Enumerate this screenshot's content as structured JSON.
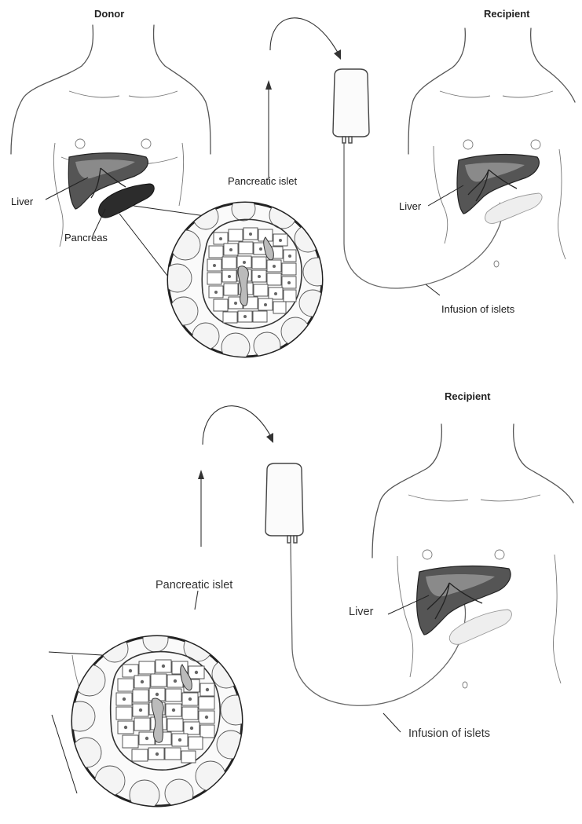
{
  "top_panel": {
    "donor_title": "Donor",
    "recipient_title": "Recipient",
    "liver_label_donor": "Liver",
    "pancreas_label": "Pancreas",
    "pancreatic_islet_label": "Pancreatic islet",
    "liver_label_recipient": "Liver",
    "infusion_label": "Infusion of islets"
  },
  "bottom_panel": {
    "recipient_title": "Recipient",
    "pancreatic_islet_label": "Pancreatic islet",
    "liver_label": "Liver",
    "infusion_label": "Infusion of islets"
  }
}
